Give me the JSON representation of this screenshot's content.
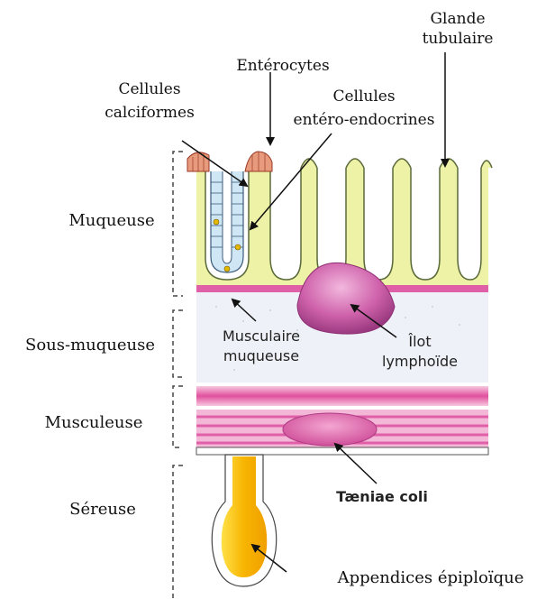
{
  "layers": {
    "muqueuse": "Muqueuse",
    "sous_muqueuse": "Sous-muqueuse",
    "musculeuse": "Musculeuse",
    "sereuse": "Séreuse"
  },
  "labels": {
    "glande_l1": "Glande",
    "glande_l2": "tubulaire",
    "enterocytes": "Entérocytes",
    "calciformes_l1": "Cellules",
    "calciformes_l2": "calciformes",
    "endocrines_l1": "Cellules",
    "endocrines_l2": "entéro-endocrines",
    "musc_muq_l1": "Musculaire",
    "musc_muq_l2": "muqueuse",
    "ilot_l1": "Îlot",
    "ilot_l2": "lymphoïde",
    "taeniae": "Tæniae coli",
    "appendices": "Appendices épiploïque"
  },
  "colors": {
    "mucosa": "#eef2a6",
    "submucosa": "#eef1f7",
    "muscle": "#e060a8",
    "muscle_light": "#f3b7d7",
    "lymphoid": "#c4569f",
    "appendix": "#f4b400",
    "crypt_cells": "#cfe6f5",
    "enterocytes": "#e89a7c"
  }
}
